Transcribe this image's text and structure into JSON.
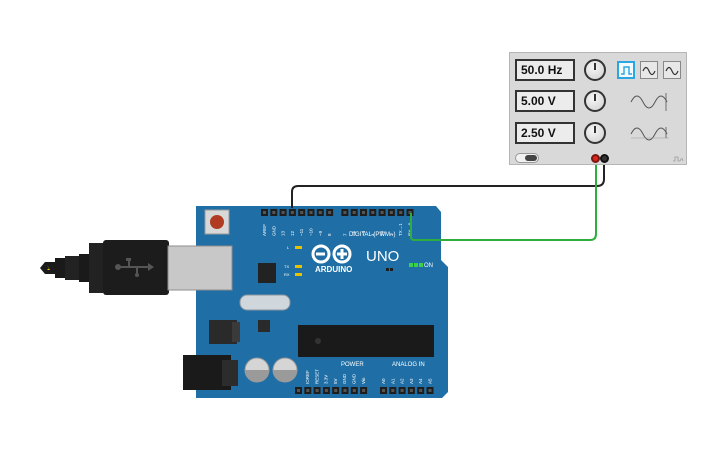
{
  "function_generator": {
    "frequency": "50.0 Hz",
    "amplitude": "5.00 V",
    "dc_offset": "2.50 V",
    "waveforms": [
      "square",
      "sine",
      "triangle"
    ],
    "selected_waveform": "square",
    "colors": {
      "positive": "#d9261c",
      "negative": "#333333",
      "selected": "#2aa6e0"
    }
  },
  "arduino": {
    "brand": "ARDUINO",
    "model": "UNO",
    "digital_label": "DIGITAL (PWM~)",
    "power_label": "POWER",
    "analog_label": "ANALOG IN",
    "on_label": "ON",
    "led_labels": {
      "l": "L",
      "tx": "TX",
      "rx": "RX"
    },
    "top_pins": [
      "AREF",
      "GND",
      "13",
      "12",
      "~11",
      "~10",
      "~9",
      "8",
      "7",
      "~6",
      "~5",
      "4",
      "~3",
      "2",
      "TX→1",
      "RX←0"
    ],
    "power_pins": [
      "IOREF",
      "RESET",
      "3.3V",
      "5V",
      "GND",
      "GND",
      "Vin"
    ],
    "analog_pins": [
      "A0",
      "A1",
      "A2",
      "A3",
      "A4",
      "A5"
    ],
    "board_color": "#1f6fa6"
  },
  "wires": {
    "signal_color": "#2eae3c",
    "ground_color": "#222222"
  }
}
